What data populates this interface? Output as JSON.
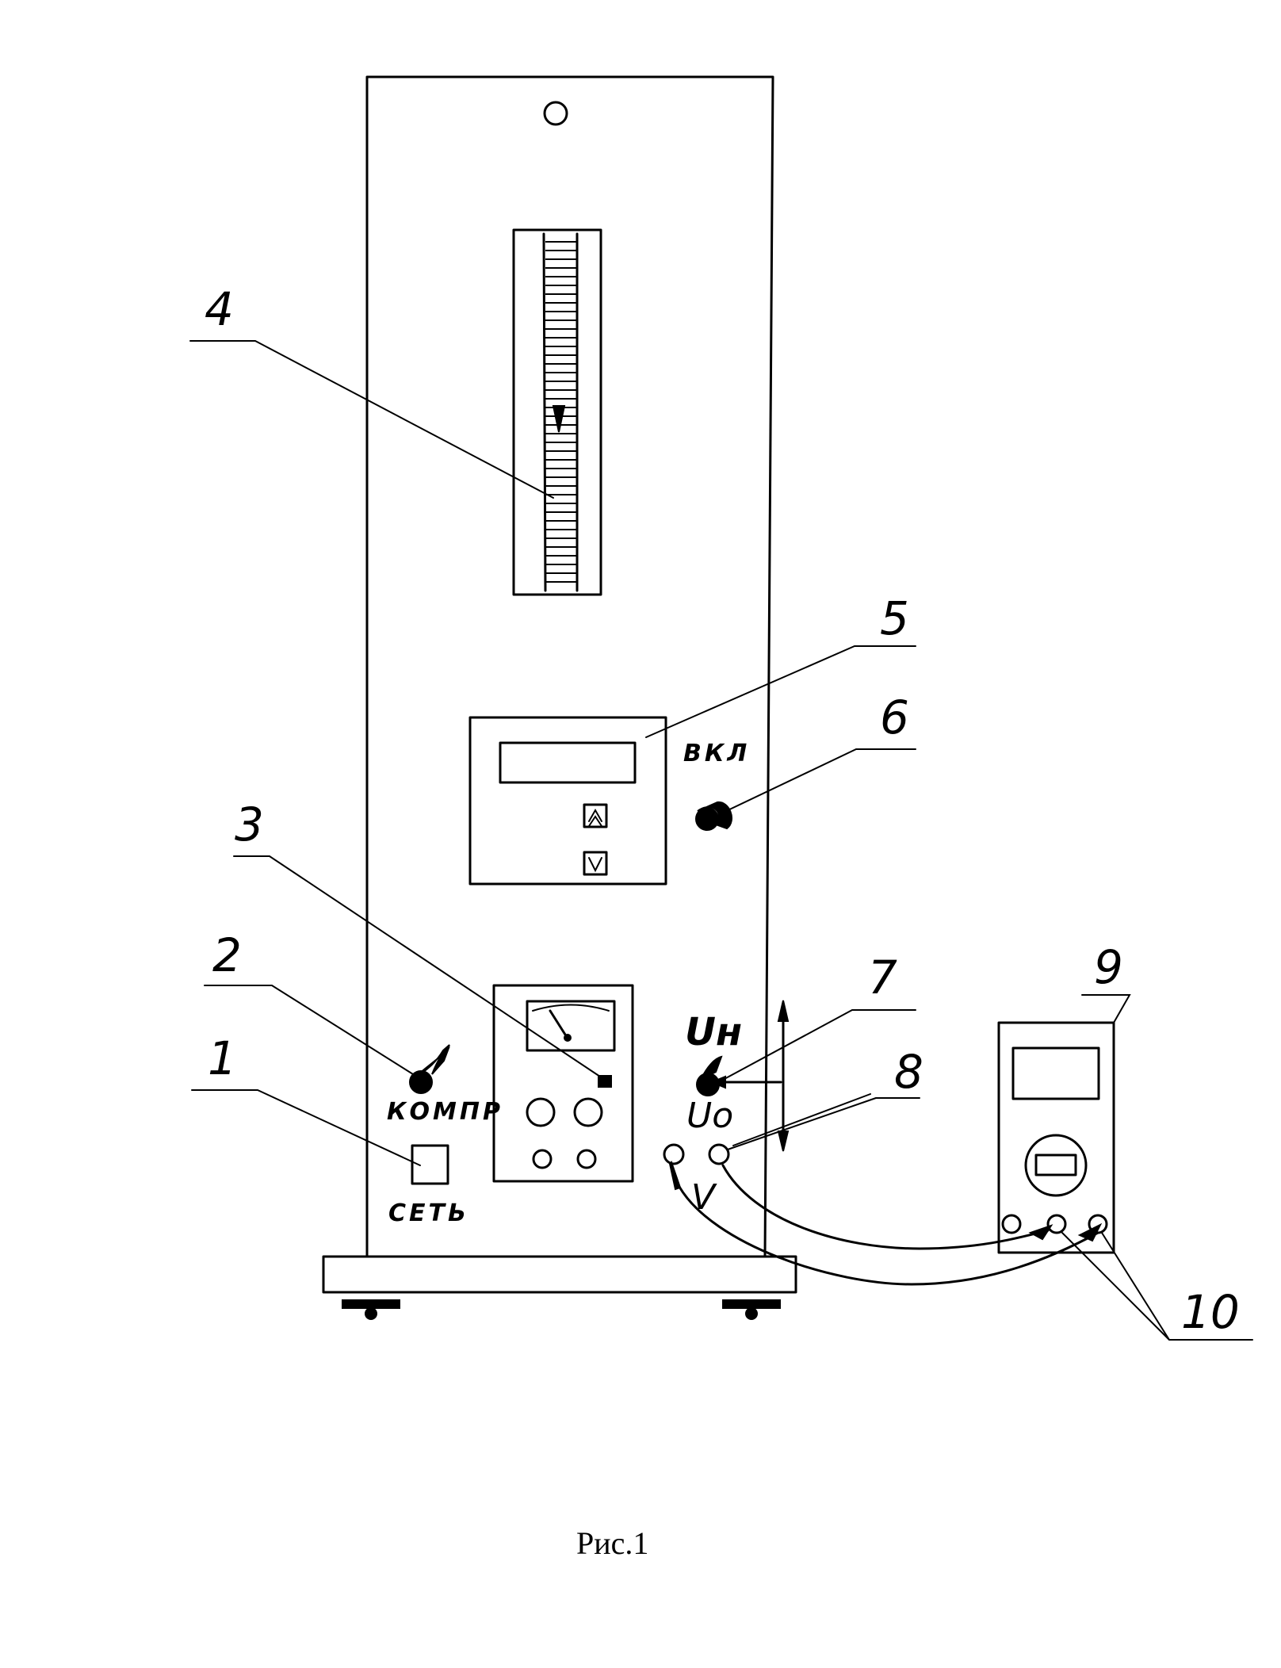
{
  "callouts": [
    "1",
    "2",
    "3",
    "4",
    "5",
    "6",
    "7",
    "8",
    "9",
    "10"
  ],
  "labels": {
    "set": "СЕТЬ",
    "kompr": "КОМПР",
    "vkl": "ВКЛ",
    "u_n": "Uн",
    "u_o": "Uо",
    "v": "V"
  },
  "caption": "Рис.1"
}
